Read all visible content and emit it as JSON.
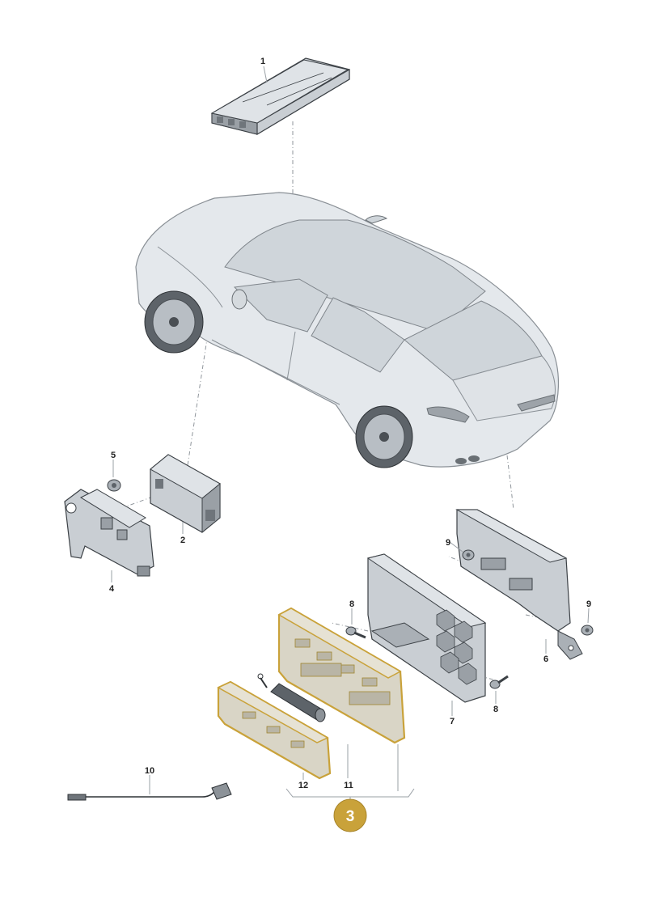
{
  "labels": {
    "l1": "1",
    "l2": "2",
    "l4": "4",
    "l5": "5",
    "l6": "6",
    "l7": "7",
    "l8a": "8",
    "l8b": "8",
    "l9a": "9",
    "l9b": "9",
    "l10": "10",
    "l11": "11",
    "l12": "12"
  },
  "group_badge": {
    "label": "3",
    "color": "#c9a23a"
  },
  "colors": {
    "highlight": "#c9a23a",
    "part": "#c9ced3",
    "car": "#e4e8ec"
  }
}
